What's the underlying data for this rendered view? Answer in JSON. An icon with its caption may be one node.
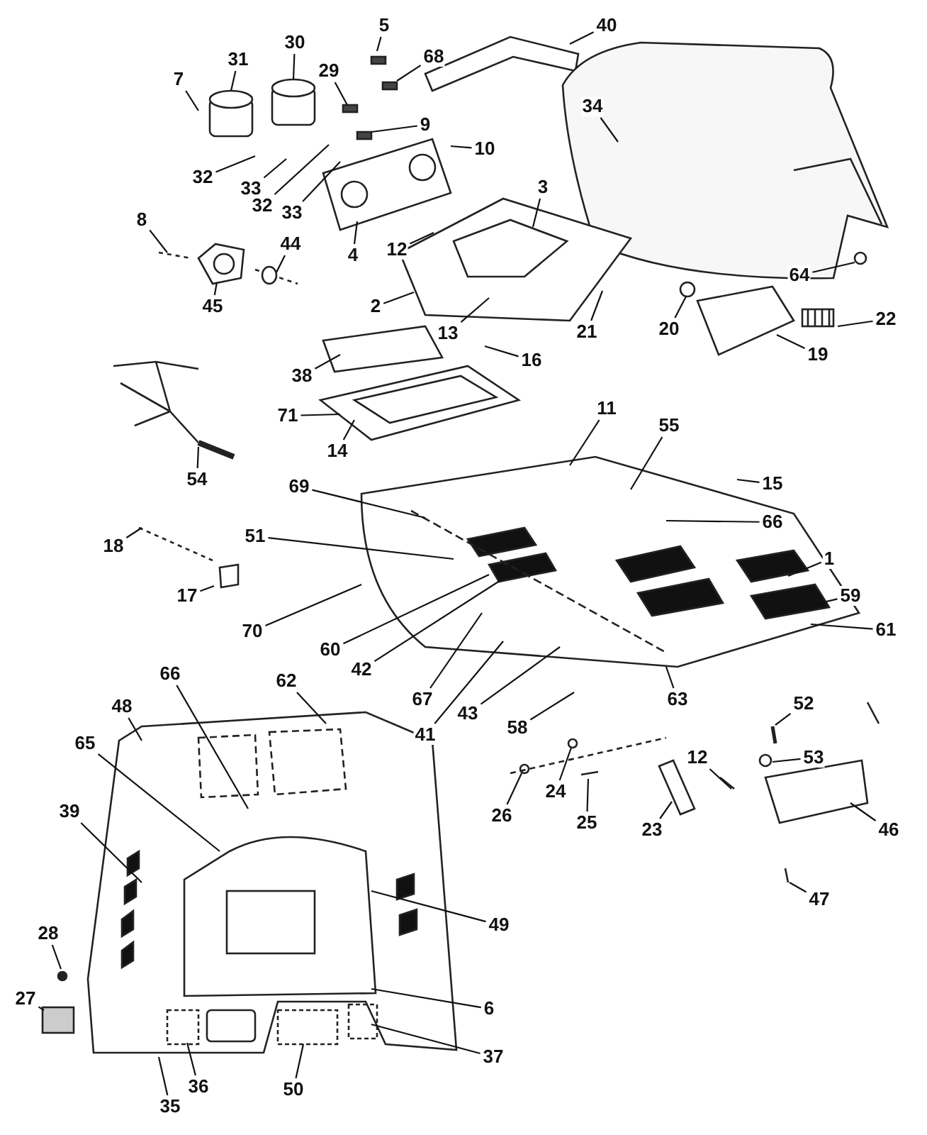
{
  "diagram": {
    "nodes": [
      {
        "text": [
          "40"
        ]
      },
      {
        "text": [
          "5"
        ]
      },
      {
        "text": [
          "68"
        ]
      },
      {
        "text": [
          "7"
        ]
      },
      {
        "text": [
          "31"
        ]
      },
      {
        "text": [
          "30"
        ]
      },
      {
        "text": [
          "29"
        ]
      },
      {
        "text": [
          "9"
        ]
      },
      {
        "text": [
          "34"
        ]
      },
      {
        "text": [
          "10"
        ]
      },
      {
        "text": [
          "32"
        ]
      },
      {
        "text": [
          "33"
        ]
      },
      {
        "text": [
          "32"
        ]
      },
      {
        "text": [
          "33"
        ]
      },
      {
        "text": [
          "3"
        ]
      },
      {
        "text": [
          "12"
        ]
      },
      {
        "text": [
          "4"
        ]
      },
      {
        "text": [
          "8"
        ]
      },
      {
        "text": [
          "44"
        ]
      },
      {
        "text": [
          "45"
        ]
      },
      {
        "text": [
          "2"
        ]
      },
      {
        "text": [
          "13"
        ]
      },
      {
        "text": [
          "21"
        ]
      },
      {
        "text": [
          "20"
        ]
      },
      {
        "text": [
          "22"
        ]
      },
      {
        "text": [
          "64"
        ]
      },
      {
        "text": [
          "19"
        ]
      },
      {
        "text": [
          "16"
        ]
      },
      {
        "text": [
          "38"
        ]
      },
      {
        "text": [
          "71"
        ]
      },
      {
        "text": [
          "14"
        ]
      },
      {
        "text": [
          "11"
        ]
      },
      {
        "text": [
          "55"
        ]
      },
      {
        "text": [
          "15"
        ]
      },
      {
        "text": [
          "54"
        ]
      },
      {
        "text": [
          "69"
        ]
      },
      {
        "text": [
          "66"
        ]
      },
      {
        "text": [
          "18"
        ]
      },
      {
        "text": [
          "51"
        ]
      },
      {
        "text": [
          "1"
        ]
      },
      {
        "text": [
          "17"
        ]
      },
      {
        "text": [
          "59"
        ]
      },
      {
        "text": [
          "61"
        ]
      },
      {
        "text": [
          "60"
        ]
      },
      {
        "text": [
          "42"
        ]
      },
      {
        "text": [
          "70"
        ]
      },
      {
        "text": [
          "67"
        ]
      },
      {
        "text": [
          "41"
        ]
      },
      {
        "text": [
          "43"
        ]
      },
      {
        "text": [
          "63"
        ]
      },
      {
        "text": [
          "58"
        ]
      },
      {
        "text": [
          "52"
        ]
      },
      {
        "text": [
          "53"
        ]
      },
      {
        "text": [
          "62"
        ]
      },
      {
        "text": [
          "66"
        ]
      },
      {
        "text": [
          "48"
        ]
      },
      {
        "text": [
          "12"
        ]
      },
      {
        "text": [
          "65"
        ]
      },
      {
        "text": [
          "24"
        ]
      },
      {
        "text": [
          "25"
        ]
      },
      {
        "text": [
          "26"
        ]
      },
      {
        "text": [
          "23"
        ]
      },
      {
        "text": [
          "46"
        ]
      },
      {
        "text": [
          "39"
        ]
      },
      {
        "text": [
          "47"
        ]
      },
      {
        "text": [
          "49"
        ]
      },
      {
        "text": [
          "28"
        ]
      },
      {
        "text": [
          "27"
        ]
      },
      {
        "text": [
          "6"
        ]
      },
      {
        "text": [
          "37"
        ]
      },
      {
        "text": [
          "36"
        ]
      },
      {
        "text": [
          "50"
        ]
      },
      {
        "text": [
          "35"
        ]
      }
    ],
    "edges": [
      {
        "from": 0,
        "to": null,
        "arrow": "none"
      },
      {
        "from": 1,
        "to": null,
        "arrow": "none"
      },
      {
        "from": 2,
        "to": null,
        "arrow": "none"
      },
      {
        "from": 3,
        "to": null,
        "arrow": "none"
      },
      {
        "from": 4,
        "to": null,
        "arrow": "none"
      },
      {
        "from": 5,
        "to": null,
        "arrow": "none"
      },
      {
        "from": 6,
        "to": null,
        "arrow": "none"
      },
      {
        "from": 7,
        "to": null,
        "arrow": "none"
      },
      {
        "from": 8,
        "to": null,
        "arrow": "none"
      },
      {
        "from": 9,
        "to": null,
        "arrow": "none"
      },
      {
        "from": 10,
        "to": null,
        "arrow": "none"
      },
      {
        "from": 11,
        "to": null,
        "arrow": "none"
      },
      {
        "from": 12,
        "to": null,
        "arrow": "none"
      },
      {
        "from": 13,
        "to": null,
        "arrow": "none"
      },
      {
        "from": 14,
        "to": null,
        "arrow": "none"
      },
      {
        "from": 15,
        "to": null,
        "arrow": "none"
      },
      {
        "from": 16,
        "to": null,
        "arrow": "none"
      },
      {
        "from": 17,
        "to": null,
        "arrow": "none"
      },
      {
        "from": 18,
        "to": null,
        "arrow": "none"
      },
      {
        "from": 19,
        "to": null,
        "arrow": "none"
      },
      {
        "from": 20,
        "to": null,
        "arrow": "none"
      },
      {
        "from": 21,
        "to": null,
        "arrow": "none"
      },
      {
        "from": 22,
        "to": null,
        "arrow": "none"
      },
      {
        "from": 23,
        "to": null,
        "arrow": "none"
      },
      {
        "from": 24,
        "to": null,
        "arrow": "none"
      },
      {
        "from": 25,
        "to": null,
        "arrow": "none"
      },
      {
        "from": 26,
        "to": null,
        "arrow": "none"
      },
      {
        "from": 27,
        "to": null,
        "arrow": "none"
      },
      {
        "from": 28,
        "to": null,
        "arrow": "none"
      },
      {
        "from": 29,
        "to": null,
        "arrow": "none"
      },
      {
        "from": 30,
        "to": null,
        "arrow": "none"
      },
      {
        "from": 31,
        "to": null,
        "arrow": "none"
      },
      {
        "from": 32,
        "to": null,
        "arrow": "none"
      },
      {
        "from": 33,
        "to": null,
        "arrow": "none"
      },
      {
        "from": 34,
        "to": null,
        "arrow": "none"
      },
      {
        "from": 35,
        "to": null,
        "arrow": "none"
      },
      {
        "from": 36,
        "to": null,
        "arrow": "none"
      },
      {
        "from": 37,
        "to": null,
        "arrow": "none"
      },
      {
        "from": 38,
        "to": null,
        "arrow": "none"
      },
      {
        "from": 39,
        "to": null,
        "arrow": "none"
      },
      {
        "from": 40,
        "to": null,
        "arrow": "none"
      },
      {
        "from": 41,
        "to": null,
        "arrow": "none"
      },
      {
        "from": 42,
        "to": null,
        "arrow": "none"
      },
      {
        "from": 43,
        "to": null,
        "arrow": "none"
      },
      {
        "from": 44,
        "to": null,
        "arrow": "none"
      },
      {
        "from": 45,
        "to": null,
        "arrow": "none"
      },
      {
        "from": 46,
        "to": null,
        "arrow": "none"
      },
      {
        "from": 47,
        "to": null,
        "arrow": "none"
      },
      {
        "from": 48,
        "to": null,
        "arrow": "none"
      },
      {
        "from": 49,
        "to": null,
        "arrow": "none"
      },
      {
        "from": 50,
        "to": null,
        "arrow": "none"
      },
      {
        "from": 51,
        "to": null,
        "arrow": "none"
      },
      {
        "from": 52,
        "to": null,
        "arrow": "none"
      },
      {
        "from": 53,
        "to": null,
        "arrow": "none"
      },
      {
        "from": 54,
        "to": null,
        "arrow": "none"
      },
      {
        "from": 55,
        "to": null,
        "arrow": "none"
      },
      {
        "from": 56,
        "to": null,
        "arrow": "none"
      },
      {
        "from": 57,
        "to": null,
        "arrow": "none"
      },
      {
        "from": 58,
        "to": null,
        "arrow": "none"
      },
      {
        "from": 59,
        "to": null,
        "arrow": "none"
      },
      {
        "from": 60,
        "to": null,
        "arrow": "none"
      },
      {
        "from": 61,
        "to": null,
        "arrow": "none"
      },
      {
        "from": 62,
        "to": null,
        "arrow": "none"
      },
      {
        "from": 63,
        "to": null,
        "arrow": "none"
      },
      {
        "from": 64,
        "to": null,
        "arrow": "none"
      },
      {
        "from": 65,
        "to": null,
        "arrow": "none"
      },
      {
        "from": 66,
        "to": null,
        "arrow": "none"
      },
      {
        "from": 67,
        "to": null,
        "arrow": "none"
      },
      {
        "from": 68,
        "to": null,
        "arrow": "none"
      },
      {
        "from": 69,
        "to": null,
        "arrow": "none"
      },
      {
        "from": 70,
        "to": null,
        "arrow": "none"
      },
      {
        "from": 71,
        "to": null,
        "arrow": "none"
      },
      {
        "from": 72,
        "to": null,
        "arrow": "none"
      }
    ]
  }
}
